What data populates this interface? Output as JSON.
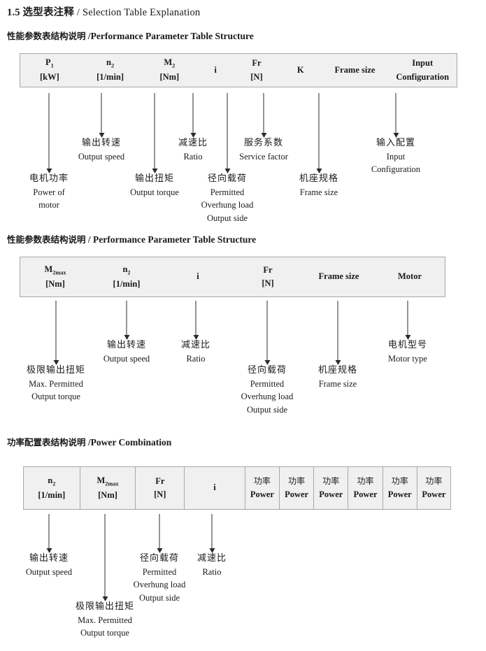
{
  "doc": {
    "title_cn": "1.5 选型表注释",
    "title_sep": " / ",
    "title_en": "Selection Table Explanation"
  },
  "sections": [
    {
      "heading_cn": "性能参数表结构说明",
      "heading_sep": " /",
      "heading_en": "Performance Parameter Table Structure",
      "table": {
        "ruled": false,
        "columns": [
          {
            "line1": "P",
            "line1_sub": "1",
            "line2": "[kW]"
          },
          {
            "line1": "n",
            "line1_sub": "2",
            "line2": "[1/min]"
          },
          {
            "line1": "M",
            "line1_sub": "2",
            "line2": "[Nm]"
          },
          {
            "line1": "i",
            "line1_sub": "",
            "line2": ""
          },
          {
            "line1": "Fr",
            "line1_sub": "",
            "line2": "[N]"
          },
          {
            "line1": "K",
            "line1_sub": "",
            "line2": ""
          },
          {
            "line1": "Frame size",
            "line1_sub": "",
            "line2": ""
          },
          {
            "line1": "Input",
            "line1_sub": "",
            "line2": "Configuration"
          }
        ]
      },
      "notes": [
        {
          "cn": "电机功率",
          "en": [
            "Power of",
            "motor"
          ]
        },
        {
          "cn": "输出转速",
          "en": [
            "Output speed"
          ]
        },
        {
          "cn": "输出扭矩",
          "en": [
            "Output torque"
          ]
        },
        {
          "cn": "减速比",
          "en": [
            "Ratio"
          ]
        },
        {
          "cn": "径向载荷",
          "en": [
            "Permitted",
            "Overhung load",
            "Output side"
          ]
        },
        {
          "cn": "服务系数",
          "en": [
            "Service factor"
          ]
        },
        {
          "cn": "机座规格",
          "en": [
            "Frame size"
          ]
        },
        {
          "cn": "输入配置",
          "en": [
            "Input",
            "Configuration"
          ]
        }
      ]
    },
    {
      "heading_cn": "性能参数表结构说明",
      "heading_sep": " / ",
      "heading_en": "Performance Parameter Table Structure",
      "table": {
        "ruled": false,
        "columns": [
          {
            "line1": "M",
            "line1_sub": "2max",
            "line2": "[Nm]"
          },
          {
            "line1": "n",
            "line1_sub": "2",
            "line2": "[1/min]"
          },
          {
            "line1": "i",
            "line1_sub": "",
            "line2": ""
          },
          {
            "line1": "Fr",
            "line1_sub": "",
            "line2": "[N]"
          },
          {
            "line1": "Frame size",
            "line1_sub": "",
            "line2": ""
          },
          {
            "line1": "Motor",
            "line1_sub": "",
            "line2": ""
          }
        ]
      },
      "notes": [
        {
          "cn": "极限输出扭矩",
          "en": [
            "Max. Permitted",
            "Output  torque"
          ]
        },
        {
          "cn": "输出转速",
          "en": [
            "Output speed"
          ]
        },
        {
          "cn": "减速比",
          "en": [
            "Ratio"
          ]
        },
        {
          "cn": "径向载荷",
          "en": [
            "Permitted",
            "Overhung load",
            "Output side"
          ]
        },
        {
          "cn": "机座规格",
          "en": [
            "Frame size"
          ]
        },
        {
          "cn": "电机型号",
          "en": [
            "Motor type"
          ]
        }
      ]
    },
    {
      "heading_cn": "功率配置表结构说明",
      "heading_sep": " /",
      "heading_en": "Power Combination",
      "table": {
        "ruled": true,
        "columns": [
          {
            "line1": "n",
            "line1_sub": "2",
            "line2": "[1/min]"
          },
          {
            "line1": "M",
            "line1_sub": "2max",
            "line2": "[Nm]"
          },
          {
            "line1": "Fr",
            "line1_sub": "",
            "line2": "[N]"
          },
          {
            "line1": "i",
            "line1_sub": "",
            "line2": ""
          },
          {
            "line1_cn": "功率",
            "line2": "Power"
          },
          {
            "line1_cn": "功率",
            "line2": "Power"
          },
          {
            "line1_cn": "功率",
            "line2": "Power"
          },
          {
            "line1_cn": "功率",
            "line2": "Power"
          },
          {
            "line1_cn": "功率",
            "line2": "Power"
          },
          {
            "line1_cn": "功率",
            "line2": "Power"
          }
        ]
      },
      "notes": [
        {
          "cn": "输出转速",
          "en": [
            "Output speed"
          ]
        },
        {
          "cn": "极限输出扭矩",
          "en": [
            "Max. Permitted",
            "Output  torque"
          ]
        },
        {
          "cn": "径向载荷",
          "en": [
            "Permitted",
            "Overhung load",
            "Output side"
          ]
        },
        {
          "cn": "减速比",
          "en": [
            "Ratio"
          ]
        }
      ]
    }
  ],
  "colors": {
    "table_fill": "#f0f0f0",
    "table_border": "#a8a8a8",
    "ink": "#1a1a1a",
    "arrow": "#2b2b2b"
  }
}
